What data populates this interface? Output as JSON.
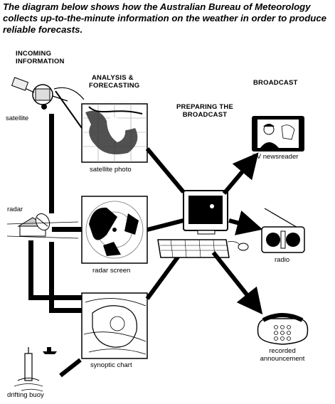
{
  "intro": "The diagram below shows how the Australian Bureau of Meteorology collects up-to-the-minute information on the weather in order to produce reliable forecasts.",
  "stages": {
    "incoming": [
      "INCOMING",
      "INFORMATION"
    ],
    "analysis": [
      "ANALYSIS &",
      "FORECASTING"
    ],
    "preparing": [
      "PREPARING THE",
      "BROADCAST"
    ],
    "broadcast": [
      "BROADCAST"
    ]
  },
  "labels": {
    "satellite": "satellite",
    "radar": "radar",
    "buoy": "drifting buoy",
    "satellite_photo": "satellite photo",
    "radar_screen": "radar screen",
    "synoptic_chart": "synoptic chart",
    "tv": "TV newsreader",
    "radio": "radio",
    "recorded": [
      "recorded",
      "announcement"
    ]
  }
}
